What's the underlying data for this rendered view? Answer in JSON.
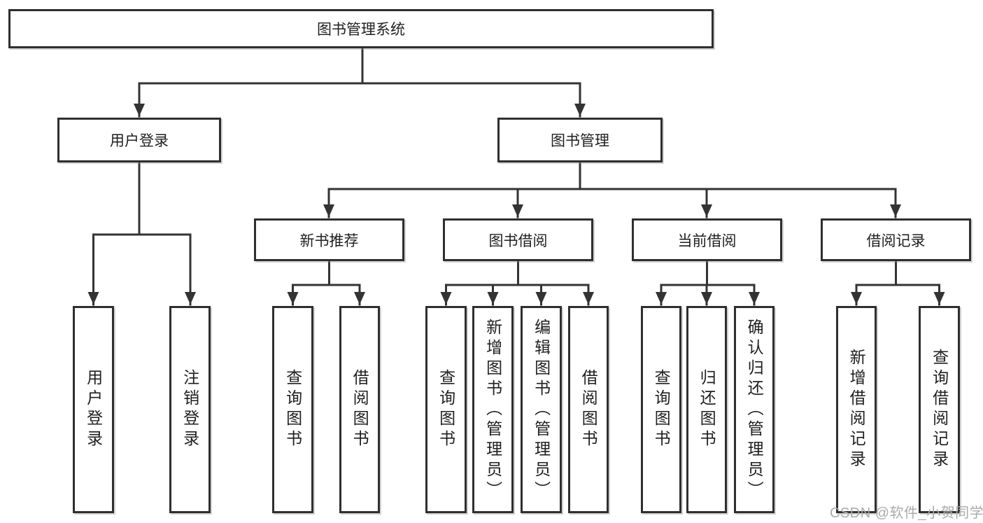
{
  "tree": {
    "label": "图书管理系统",
    "children": [
      {
        "label": "用户登录",
        "children": [
          {
            "label": "用户登录"
          },
          {
            "label": "注销登录"
          }
        ]
      },
      {
        "label": "图书管理",
        "children": [
          {
            "label": "新书推荐",
            "children": [
              {
                "label": "查询图书"
              },
              {
                "label": "借阅图书"
              }
            ]
          },
          {
            "label": "图书借阅",
            "children": [
              {
                "label": "查询图书"
              },
              {
                "label": "新增图书（管理员）"
              },
              {
                "label": "编辑图书（管理员）"
              },
              {
                "label": "借阅图书"
              }
            ]
          },
          {
            "label": "当前借阅",
            "children": [
              {
                "label": "查询图书"
              },
              {
                "label": "归还图书"
              },
              {
                "label": "确认归还（管理员）"
              }
            ]
          },
          {
            "label": "借阅记录",
            "children": [
              {
                "label": "新增借阅记录"
              },
              {
                "label": "查询借阅记录"
              }
            ]
          }
        ]
      }
    ]
  },
  "watermark": {
    "text": "CSDN @软件_小贺同学"
  },
  "colors": {
    "line": "#333333",
    "box_border": "#2f2f2f",
    "box_fill": "#ffffff",
    "text": "#1f1f1f",
    "watermark": "#ababab",
    "background": "#ffffff"
  }
}
